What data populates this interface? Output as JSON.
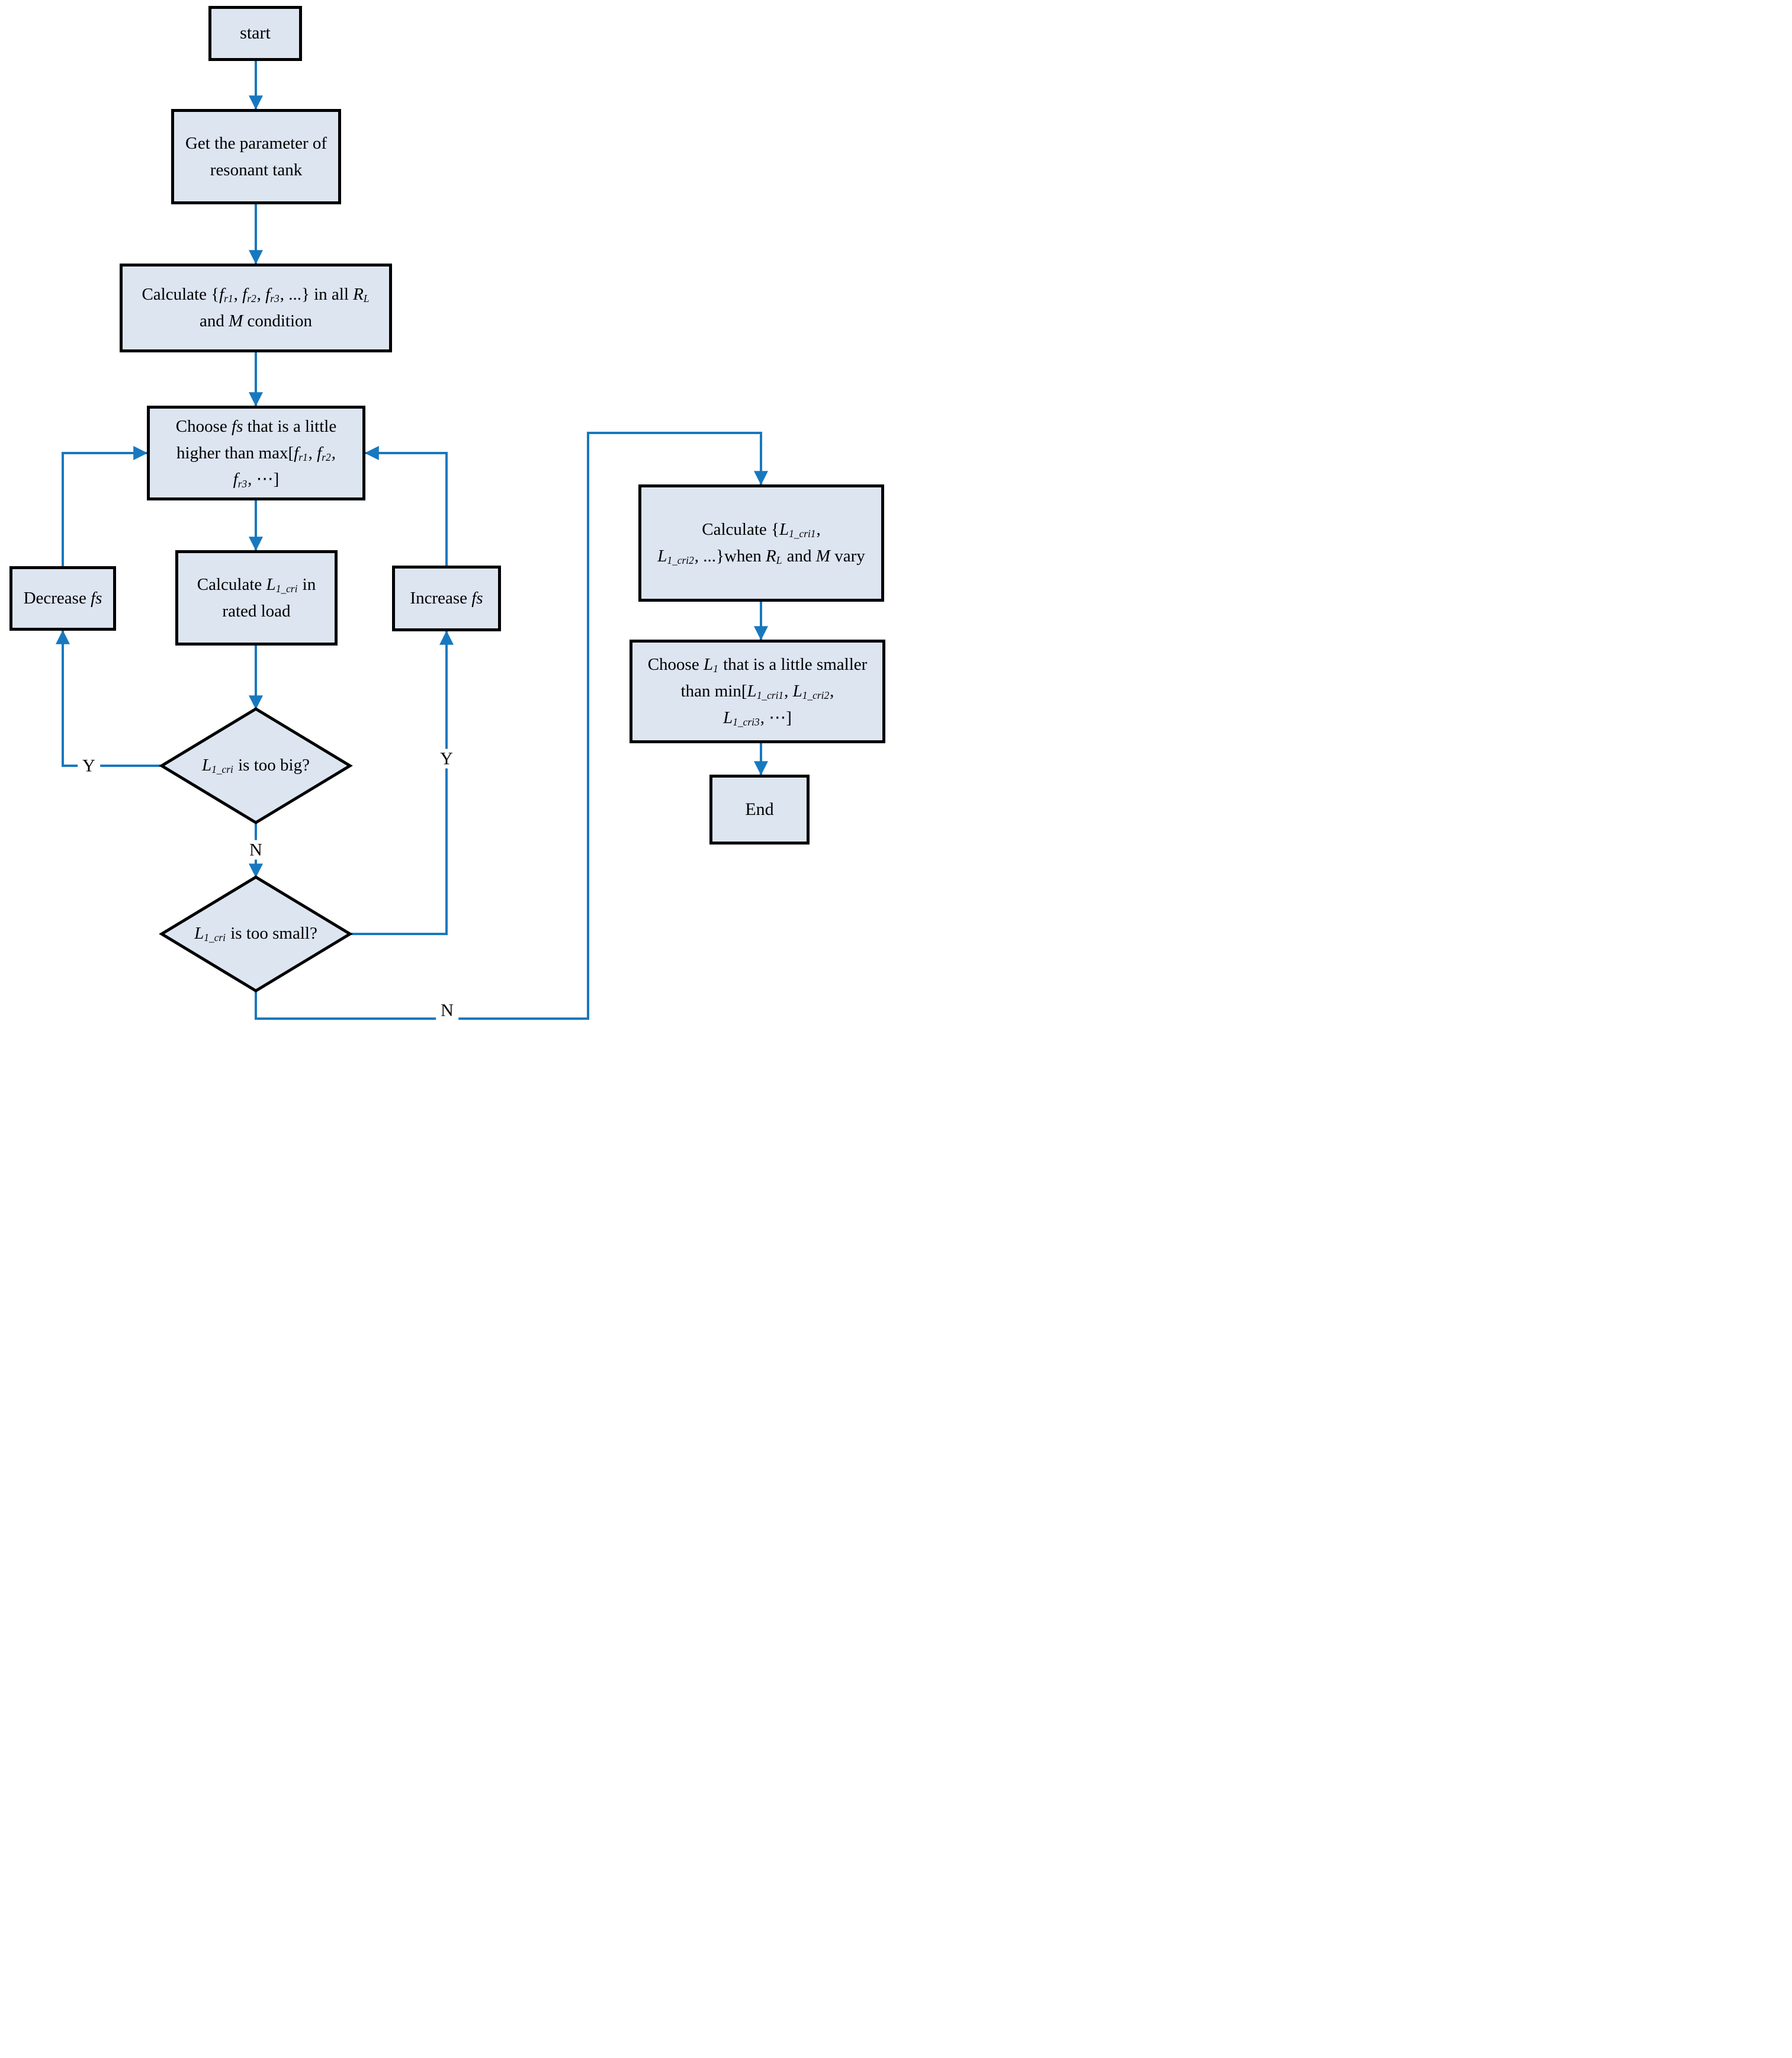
{
  "colors": {
    "arrow": "#1878bf",
    "node_fill": "#dde5f1",
    "node_border": "#000000",
    "text": "#000000"
  },
  "nodes": {
    "start": {
      "segments": [
        {
          "t": "start"
        }
      ]
    },
    "getParams": {
      "segments": [
        {
          "t": "Get the parameter of"
        },
        {
          "br": true
        },
        {
          "t": "resonant tank"
        }
      ]
    },
    "calcFr": {
      "segments": [
        {
          "t": "Calculate {"
        },
        {
          "i": "f"
        },
        {
          "s": "r1"
        },
        {
          "t": ", "
        },
        {
          "i": "f"
        },
        {
          "s": "r2"
        },
        {
          "t": ", "
        },
        {
          "i": "f"
        },
        {
          "s": "r3"
        },
        {
          "t": ", ...} in all "
        },
        {
          "i": "R"
        },
        {
          "s": "L"
        },
        {
          "br": true
        },
        {
          "t": "and "
        },
        {
          "i": "M"
        },
        {
          "t": " condition"
        }
      ]
    },
    "chooseFs": {
      "segments": [
        {
          "t": "Choose "
        },
        {
          "i": "fs"
        },
        {
          "t": " that is a little"
        },
        {
          "br": true
        },
        {
          "t": "higher than  max["
        },
        {
          "i": "f"
        },
        {
          "s": "r1"
        },
        {
          "t": ", "
        },
        {
          "i": "f"
        },
        {
          "s": "r2"
        },
        {
          "t": ","
        },
        {
          "br": true
        },
        {
          "i": "f"
        },
        {
          "s": "r3"
        },
        {
          "t": ", ⋯]"
        }
      ]
    },
    "calcL1cri": {
      "segments": [
        {
          "t": "Calculate "
        },
        {
          "i": "L"
        },
        {
          "s": "1_cri"
        },
        {
          "t": " in"
        },
        {
          "br": true
        },
        {
          "t": "rated load"
        }
      ]
    },
    "decreaseFs": {
      "segments": [
        {
          "t": "Decrease "
        },
        {
          "i": "fs"
        }
      ]
    },
    "increaseFs": {
      "segments": [
        {
          "t": "Increase "
        },
        {
          "i": "fs"
        }
      ]
    },
    "tooBig": {
      "segments": [
        {
          "i": "L"
        },
        {
          "s": "1_cri"
        },
        {
          "t": " is too big?"
        }
      ]
    },
    "tooSmall": {
      "segments": [
        {
          "i": "L"
        },
        {
          "s": "1_cri"
        },
        {
          "t": " is too small?"
        }
      ]
    },
    "calcL1criSet": {
      "segments": [
        {
          "t": "Calculate {"
        },
        {
          "i": "L"
        },
        {
          "s": "1_cri1"
        },
        {
          "t": ","
        },
        {
          "br": true
        },
        {
          "i": "L"
        },
        {
          "s": "1_cri2"
        },
        {
          "t": ", ...}when "
        },
        {
          "i": "R"
        },
        {
          "s": "L"
        },
        {
          "t": " and "
        },
        {
          "i": "M"
        },
        {
          "t": " vary"
        }
      ]
    },
    "chooseL1": {
      "segments": [
        {
          "t": "Choose "
        },
        {
          "i": "L"
        },
        {
          "s": "1"
        },
        {
          "t": " that is a little smaller"
        },
        {
          "br": true
        },
        {
          "t": "than min["
        },
        {
          "i": "L"
        },
        {
          "s": "1_cri1"
        },
        {
          "t": ", "
        },
        {
          "i": "L"
        },
        {
          "s": "1_cri2"
        },
        {
          "t": ","
        },
        {
          "br": true
        },
        {
          "i": "L"
        },
        {
          "s": "1_cri3"
        },
        {
          "t": ", ⋯]"
        }
      ]
    },
    "end": {
      "segments": [
        {
          "t": "End"
        }
      ]
    }
  },
  "labels": {
    "branch_yes_left": "Y",
    "branch_no_middle": "N",
    "branch_yes_right": "Y",
    "branch_no_bottom": "N"
  }
}
